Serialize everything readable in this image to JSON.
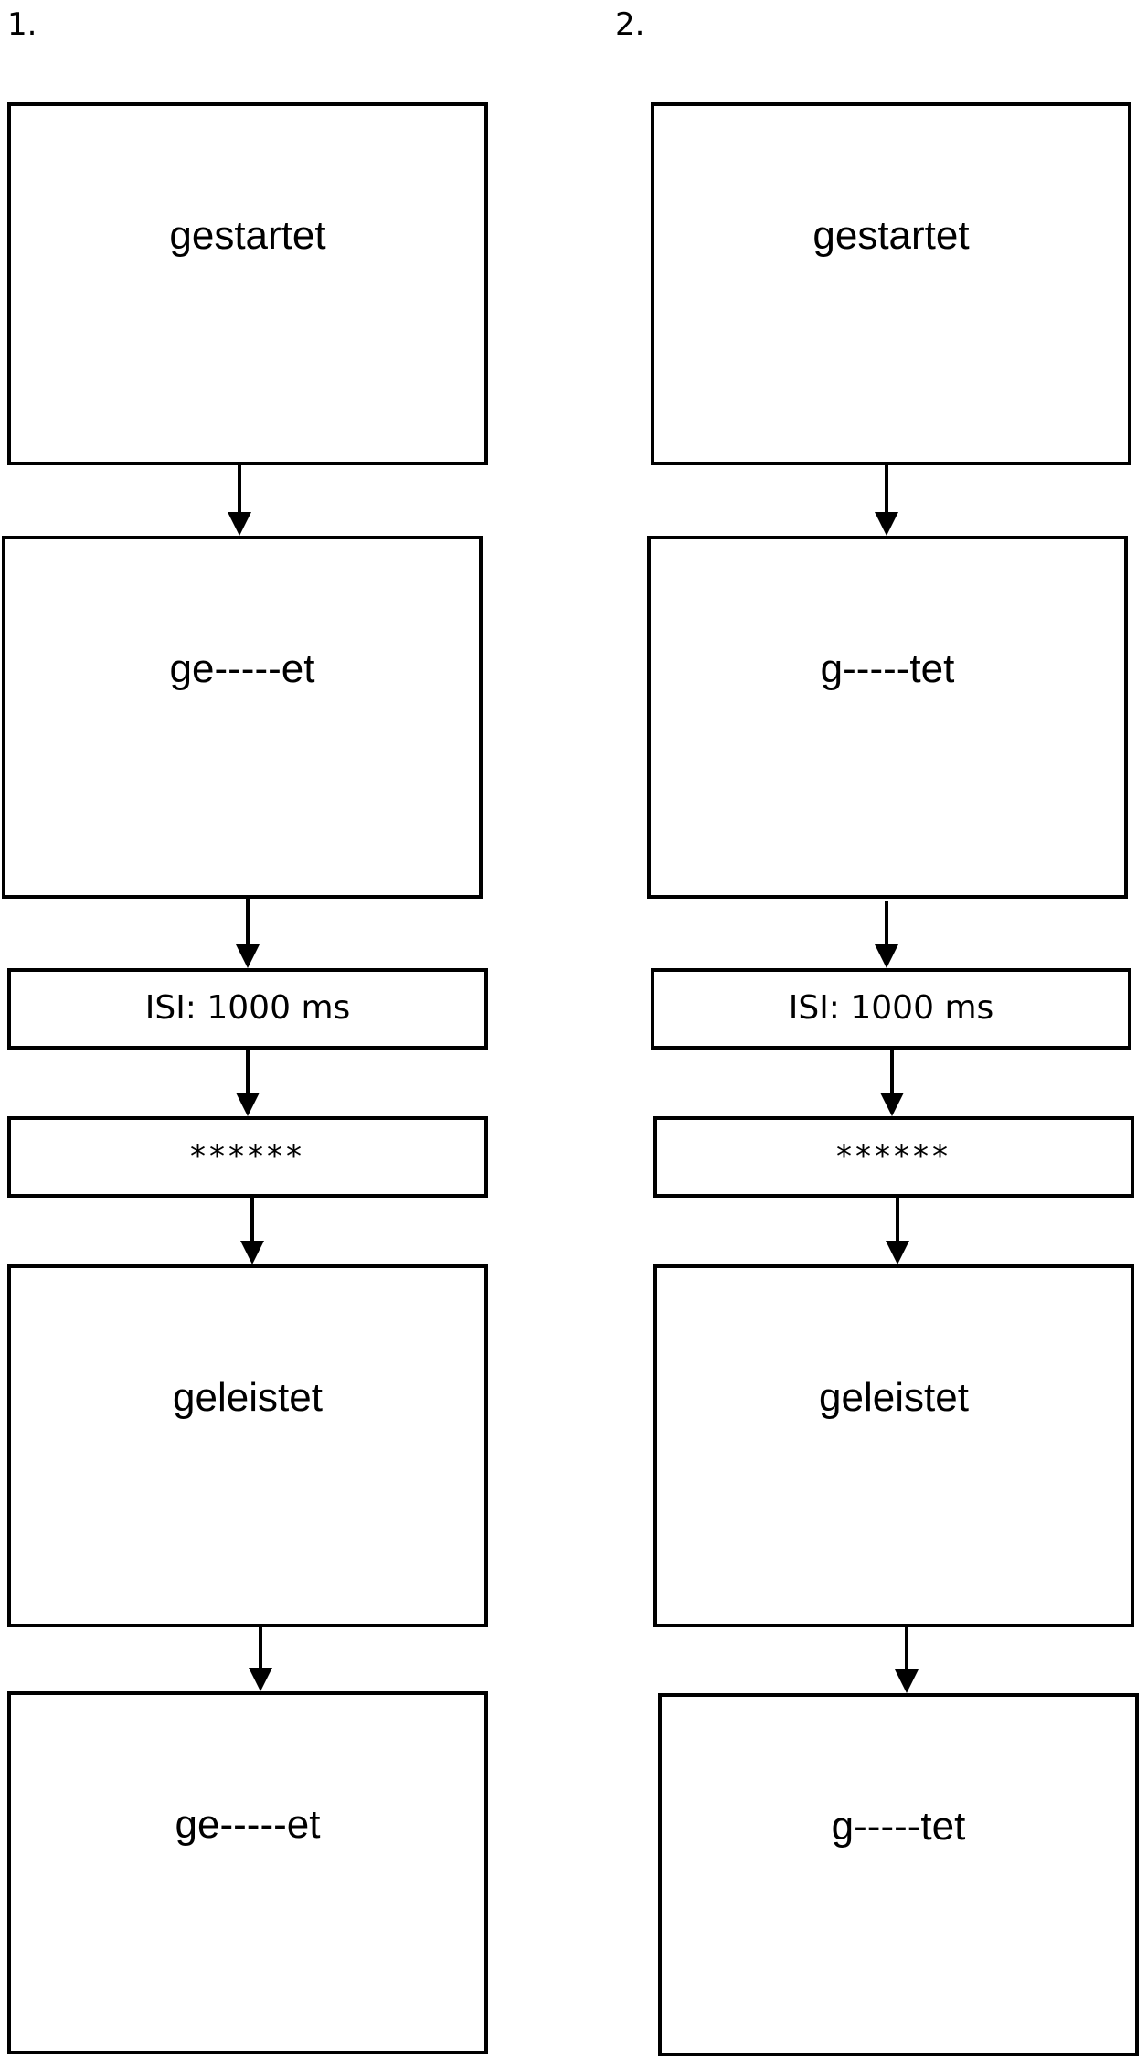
{
  "columns": [
    {
      "label": "1.",
      "steps": [
        {
          "text": "gestartet"
        },
        {
          "text": "ge-----et"
        },
        {
          "text": "ISI: 1000 ms"
        },
        {
          "text": "******"
        },
        {
          "text": "geleistet"
        },
        {
          "text": "ge-----et"
        }
      ]
    },
    {
      "label": "2.",
      "steps": [
        {
          "text": "gestartet"
        },
        {
          "text": "g-----tet"
        },
        {
          "text": "ISI: 1000 ms"
        },
        {
          "text": "******"
        },
        {
          "text": "geleistet"
        },
        {
          "text": "g-----tet"
        }
      ]
    }
  ]
}
